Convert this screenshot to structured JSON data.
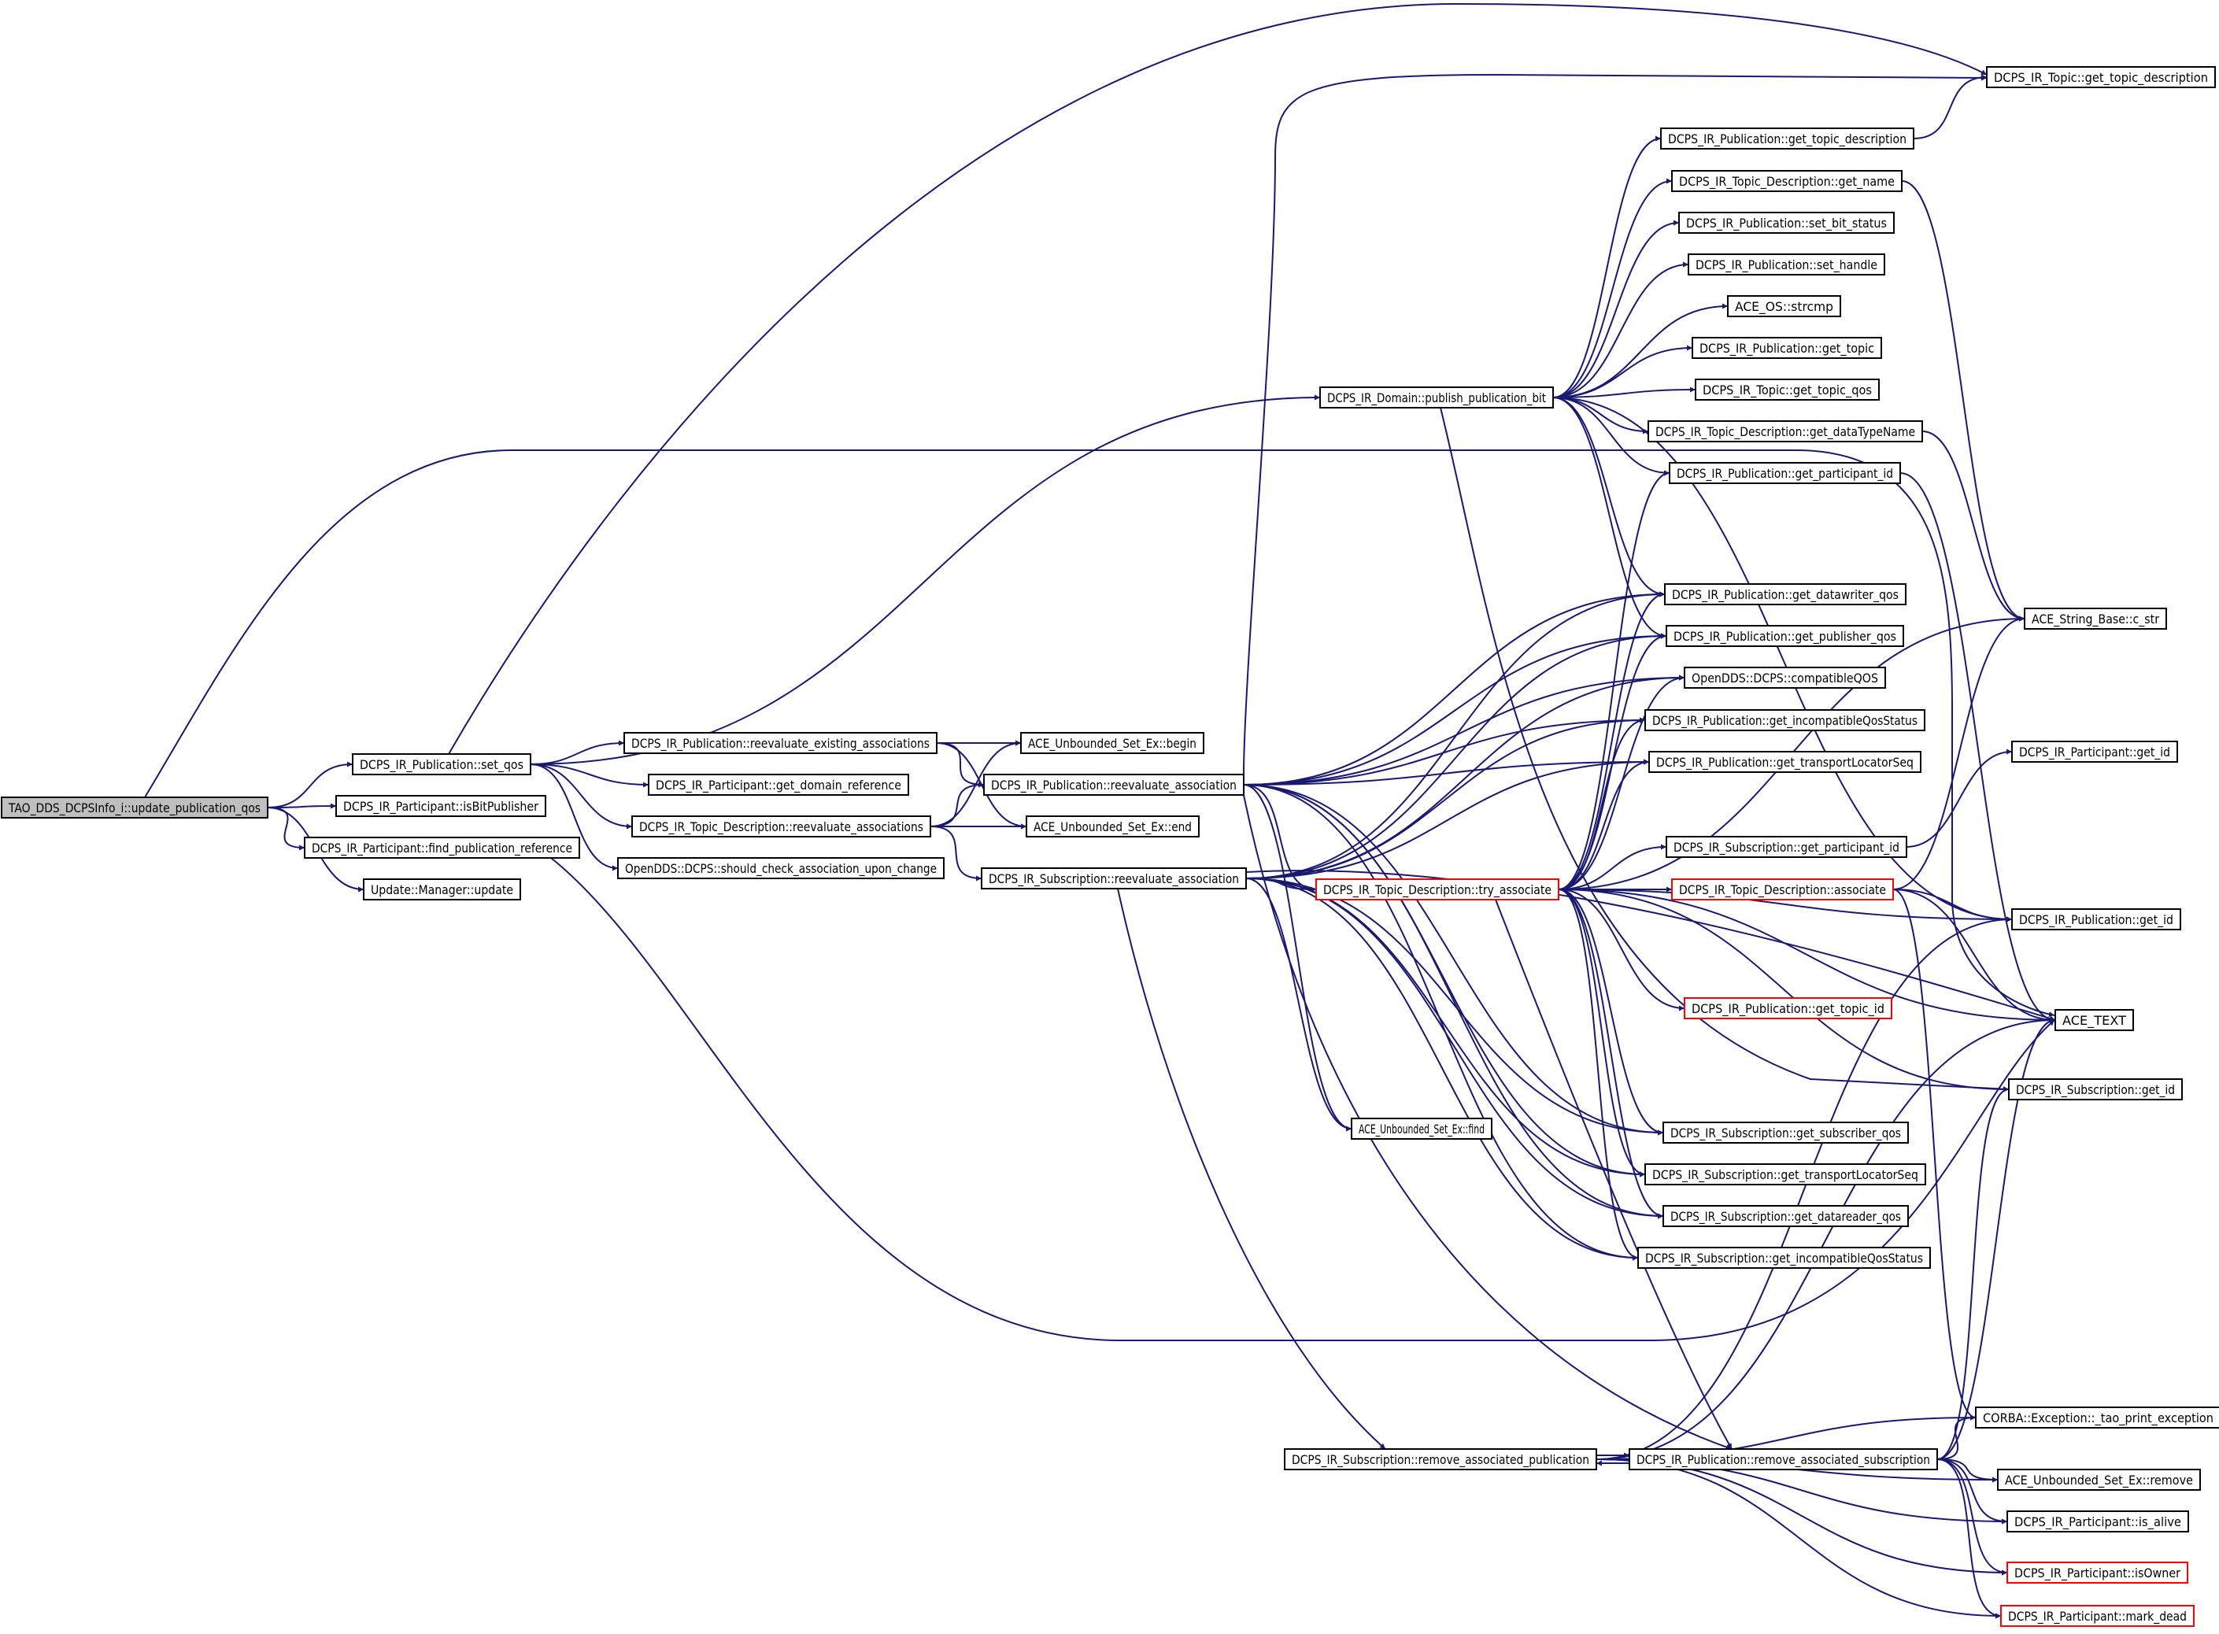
{
  "colors": {
    "edge": "#191970",
    "node_border": "#000000",
    "node_border_truncated": "#ff0000",
    "root_fill": "#bfbfbf",
    "node_fill": "#ffffff"
  },
  "graph": {
    "nodes": [
      {
        "id": "root",
        "label": "TAO_DDS_DCPSInfo_i::update_publication_qos",
        "root": true
      },
      {
        "id": "pub_set_qos",
        "label": "DCPS_IR_Publication::set_qos"
      },
      {
        "id": "part_isBitPublisher",
        "label": "DCPS_IR_Participant::isBitPublisher"
      },
      {
        "id": "part_find_pub_ref",
        "label": "DCPS_IR_Participant::find_publication_reference"
      },
      {
        "id": "update_manager",
        "label": "Update::Manager::update"
      },
      {
        "id": "pub_reeval_existing",
        "label": "DCPS_IR_Publication::reevaluate_existing_associations"
      },
      {
        "id": "part_get_domain_ref",
        "label": "DCPS_IR_Participant::get_domain_reference"
      },
      {
        "id": "topicdesc_reeval_assocs",
        "label": "DCPS_IR_Topic_Description::reevaluate_associations"
      },
      {
        "id": "should_check",
        "label": "OpenDDS::DCPS::should_check_association_upon_change"
      },
      {
        "id": "set_begin",
        "label": "ACE_Unbounded_Set_Ex::begin"
      },
      {
        "id": "pub_reeval_assoc",
        "label": "DCPS_IR_Publication::reevaluate_association"
      },
      {
        "id": "set_end",
        "label": "ACE_Unbounded_Set_Ex::end"
      },
      {
        "id": "sub_reeval_assoc",
        "label": "DCPS_IR_Subscription::reevaluate_association"
      },
      {
        "id": "domain_publish_bit",
        "label": "DCPS_IR_Domain::publish_publication_bit"
      },
      {
        "id": "topicdesc_try_assoc",
        "label": "DCPS_IR_Topic_Description::try_associate",
        "truncated": true
      },
      {
        "id": "set_find",
        "label": "ACE_Unbounded_Set_Ex::find"
      },
      {
        "id": "sub_remove_assoc_pub",
        "label": "DCPS_IR_Subscription::remove_associated_publication"
      },
      {
        "id": "pub_remove_assoc_sub",
        "label": "DCPS_IR_Publication::remove_associated_subscription"
      },
      {
        "id": "topic_get_topic_desc",
        "label": "DCPS_IR_Topic::get_topic_description"
      },
      {
        "id": "pub_get_topic_desc",
        "label": "DCPS_IR_Publication::get_topic_description"
      },
      {
        "id": "topicdesc_get_name",
        "label": "DCPS_IR_Topic_Description::get_name"
      },
      {
        "id": "pub_set_bit_status",
        "label": "DCPS_IR_Publication::set_bit_status"
      },
      {
        "id": "pub_set_handle",
        "label": "DCPS_IR_Publication::set_handle"
      },
      {
        "id": "ace_strcmp",
        "label": "ACE_OS::strcmp"
      },
      {
        "id": "pub_get_topic",
        "label": "DCPS_IR_Publication::get_topic"
      },
      {
        "id": "topic_get_topic_qos",
        "label": "DCPS_IR_Topic::get_topic_qos"
      },
      {
        "id": "topicdesc_get_datatype",
        "label": "DCPS_IR_Topic_Description::get_dataTypeName"
      },
      {
        "id": "pub_get_participant_id",
        "label": "DCPS_IR_Publication::get_participant_id"
      },
      {
        "id": "pub_get_datawriter_qos",
        "label": "DCPS_IR_Publication::get_datawriter_qos"
      },
      {
        "id": "pub_get_publisher_qos",
        "label": "DCPS_IR_Publication::get_publisher_qos"
      },
      {
        "id": "compatible_qos",
        "label": "OpenDDS::DCPS::compatibleQOS"
      },
      {
        "id": "pub_get_incompat_status",
        "label": "DCPS_IR_Publication::get_incompatibleQosStatus"
      },
      {
        "id": "pub_get_transport_locator",
        "label": "DCPS_IR_Publication::get_transportLocatorSeq"
      },
      {
        "id": "sub_get_participant_id",
        "label": "DCPS_IR_Subscription::get_participant_id"
      },
      {
        "id": "topicdesc_associate",
        "label": "DCPS_IR_Topic_Description::associate",
        "truncated": true
      },
      {
        "id": "pub_get_topic_id",
        "label": "DCPS_IR_Publication::get_topic_id",
        "truncated": true
      },
      {
        "id": "sub_get_subscriber_qos",
        "label": "DCPS_IR_Subscription::get_subscriber_qos"
      },
      {
        "id": "sub_get_transport_locator",
        "label": "DCPS_IR_Subscription::get_transportLocatorSeq"
      },
      {
        "id": "sub_get_datareader_qos",
        "label": "DCPS_IR_Subscription::get_datareader_qos"
      },
      {
        "id": "sub_get_incompat_status",
        "label": "DCPS_IR_Subscription::get_incompatibleQosStatus"
      },
      {
        "id": "ace_string_c_str",
        "label": "ACE_String_Base::c_str"
      },
      {
        "id": "part_get_id",
        "label": "DCPS_IR_Participant::get_id"
      },
      {
        "id": "pub_get_id",
        "label": "DCPS_IR_Publication::get_id"
      },
      {
        "id": "ace_text",
        "label": "ACE_TEXT"
      },
      {
        "id": "sub_get_id",
        "label": "DCPS_IR_Subscription::get_id"
      },
      {
        "id": "corba_tao_print",
        "label": "CORBA::Exception::_tao_print_exception"
      },
      {
        "id": "set_remove",
        "label": "ACE_Unbounded_Set_Ex::remove"
      },
      {
        "id": "part_is_alive",
        "label": "DCPS_IR_Participant::is_alive"
      },
      {
        "id": "part_is_owner",
        "label": "DCPS_IR_Participant::isOwner",
        "truncated": true
      },
      {
        "id": "part_mark_dead",
        "label": "DCPS_IR_Participant::mark_dead",
        "truncated": true
      }
    ],
    "edges": [
      [
        "root",
        "pub_set_qos"
      ],
      [
        "root",
        "part_isBitPublisher"
      ],
      [
        "root",
        "part_find_pub_ref"
      ],
      [
        "root",
        "update_manager"
      ],
      [
        "root",
        "ace_text"
      ],
      [
        "pub_set_qos",
        "topic_get_topic_desc"
      ],
      [
        "pub_set_qos",
        "domain_publish_bit"
      ],
      [
        "pub_set_qos",
        "pub_reeval_existing"
      ],
      [
        "pub_set_qos",
        "part_get_domain_ref"
      ],
      [
        "pub_set_qos",
        "topicdesc_reeval_assocs"
      ],
      [
        "pub_set_qos",
        "should_check"
      ],
      [
        "part_find_pub_ref",
        "ace_text"
      ],
      [
        "pub_reeval_existing",
        "set_begin"
      ],
      [
        "pub_reeval_existing",
        "pub_reeval_assoc"
      ],
      [
        "pub_reeval_existing",
        "set_end"
      ],
      [
        "topicdesc_reeval_assocs",
        "set_begin"
      ],
      [
        "topicdesc_reeval_assocs",
        "set_end"
      ],
      [
        "topicdesc_reeval_assocs",
        "pub_reeval_assoc"
      ],
      [
        "topicdesc_reeval_assocs",
        "sub_reeval_assoc"
      ],
      [
        "pub_reeval_assoc",
        "topic_get_topic_desc"
      ],
      [
        "pub_reeval_assoc",
        "pub_get_datawriter_qos"
      ],
      [
        "pub_reeval_assoc",
        "pub_get_publisher_qos"
      ],
      [
        "pub_reeval_assoc",
        "compatible_qos"
      ],
      [
        "pub_reeval_assoc",
        "pub_get_incompat_status"
      ],
      [
        "pub_reeval_assoc",
        "pub_get_transport_locator"
      ],
      [
        "pub_reeval_assoc",
        "topicdesc_try_assoc"
      ],
      [
        "pub_reeval_assoc",
        "set_find"
      ],
      [
        "pub_reeval_assoc",
        "sub_get_subscriber_qos"
      ],
      [
        "pub_reeval_assoc",
        "sub_get_transport_locator"
      ],
      [
        "pub_reeval_assoc",
        "sub_get_datareader_qos"
      ],
      [
        "pub_reeval_assoc",
        "sub_get_incompat_status"
      ],
      [
        "pub_reeval_assoc",
        "pub_remove_assoc_sub"
      ],
      [
        "sub_reeval_assoc",
        "pub_get_datawriter_qos"
      ],
      [
        "sub_reeval_assoc",
        "pub_get_publisher_qos"
      ],
      [
        "sub_reeval_assoc",
        "compatible_qos"
      ],
      [
        "sub_reeval_assoc",
        "pub_get_incompat_status"
      ],
      [
        "sub_reeval_assoc",
        "pub_get_transport_locator"
      ],
      [
        "sub_reeval_assoc",
        "topicdesc_try_assoc"
      ],
      [
        "sub_reeval_assoc",
        "set_find"
      ],
      [
        "sub_reeval_assoc",
        "sub_get_subscriber_qos"
      ],
      [
        "sub_reeval_assoc",
        "sub_get_transport_locator"
      ],
      [
        "sub_reeval_assoc",
        "sub_get_datareader_qos"
      ],
      [
        "sub_reeval_assoc",
        "sub_get_incompat_status"
      ],
      [
        "sub_reeval_assoc",
        "sub_remove_assoc_pub"
      ],
      [
        "sub_reeval_assoc",
        "ace_text"
      ],
      [
        "domain_publish_bit",
        "pub_get_topic_desc"
      ],
      [
        "domain_publish_bit",
        "topicdesc_get_name"
      ],
      [
        "domain_publish_bit",
        "pub_set_bit_status"
      ],
      [
        "domain_publish_bit",
        "pub_set_handle"
      ],
      [
        "domain_publish_bit",
        "ace_strcmp"
      ],
      [
        "domain_publish_bit",
        "pub_get_topic"
      ],
      [
        "domain_publish_bit",
        "topic_get_topic_qos"
      ],
      [
        "domain_publish_bit",
        "topicdesc_get_datatype"
      ],
      [
        "domain_publish_bit",
        "pub_get_participant_id"
      ],
      [
        "domain_publish_bit",
        "pub_get_datawriter_qos"
      ],
      [
        "domain_publish_bit",
        "pub_get_publisher_qos"
      ],
      [
        "domain_publish_bit",
        "pub_get_id"
      ],
      [
        "domain_publish_bit",
        "sub_get_id"
      ],
      [
        "pub_get_topic_desc",
        "topic_get_topic_desc"
      ],
      [
        "topicdesc_get_name",
        "ace_string_c_str"
      ],
      [
        "topicdesc_get_datatype",
        "ace_string_c_str"
      ],
      [
        "pub_get_participant_id",
        "ace_text"
      ],
      [
        "topicdesc_try_assoc",
        "pub_get_participant_id"
      ],
      [
        "topicdesc_try_assoc",
        "pub_get_datawriter_qos"
      ],
      [
        "topicdesc_try_assoc",
        "pub_get_publisher_qos"
      ],
      [
        "topicdesc_try_assoc",
        "compatible_qos"
      ],
      [
        "topicdesc_try_assoc",
        "pub_get_incompat_status"
      ],
      [
        "topicdesc_try_assoc",
        "pub_get_transport_locator"
      ],
      [
        "topicdesc_try_assoc",
        "sub_get_participant_id"
      ],
      [
        "topicdesc_try_assoc",
        "topicdesc_associate"
      ],
      [
        "topicdesc_try_assoc",
        "pub_get_topic_id"
      ],
      [
        "topicdesc_try_assoc",
        "ace_string_c_str"
      ],
      [
        "topicdesc_try_assoc",
        "pub_get_id"
      ],
      [
        "topicdesc_try_assoc",
        "ace_text"
      ],
      [
        "topicdesc_try_assoc",
        "sub_get_id"
      ],
      [
        "topicdesc_try_assoc",
        "sub_get_subscriber_qos"
      ],
      [
        "topicdesc_try_assoc",
        "sub_get_transport_locator"
      ],
      [
        "topicdesc_try_assoc",
        "sub_get_datareader_qos"
      ],
      [
        "topicdesc_try_assoc",
        "sub_get_incompat_status"
      ],
      [
        "topicdesc_try_assoc",
        "pub_remove_assoc_sub"
      ],
      [
        "sub_get_participant_id",
        "part_get_id"
      ],
      [
        "topicdesc_associate",
        "ace_string_c_str"
      ],
      [
        "topicdesc_associate",
        "pub_get_id"
      ],
      [
        "topicdesc_associate",
        "ace_text"
      ],
      [
        "topicdesc_associate",
        "corba_tao_print"
      ],
      [
        "sub_remove_assoc_pub",
        "pub_get_id"
      ],
      [
        "sub_remove_assoc_pub",
        "ace_text"
      ],
      [
        "sub_remove_assoc_pub",
        "corba_tao_print"
      ],
      [
        "sub_remove_assoc_pub",
        "set_remove"
      ],
      [
        "sub_remove_assoc_pub",
        "part_is_alive"
      ],
      [
        "sub_remove_assoc_pub",
        "part_is_owner"
      ],
      [
        "sub_remove_assoc_pub",
        "part_mark_dead"
      ],
      [
        "sub_remove_assoc_pub",
        "pub_remove_assoc_sub"
      ],
      [
        "pub_remove_assoc_sub",
        "sub_remove_assoc_pub"
      ],
      [
        "pub_remove_assoc_sub",
        "sub_get_id"
      ],
      [
        "pub_remove_assoc_sub",
        "ace_text"
      ],
      [
        "pub_remove_assoc_sub",
        "corba_tao_print"
      ],
      [
        "pub_remove_assoc_sub",
        "set_remove"
      ],
      [
        "pub_remove_assoc_sub",
        "part_is_alive"
      ],
      [
        "pub_remove_assoc_sub",
        "part_is_owner"
      ],
      [
        "pub_remove_assoc_sub",
        "part_mark_dead"
      ]
    ]
  }
}
